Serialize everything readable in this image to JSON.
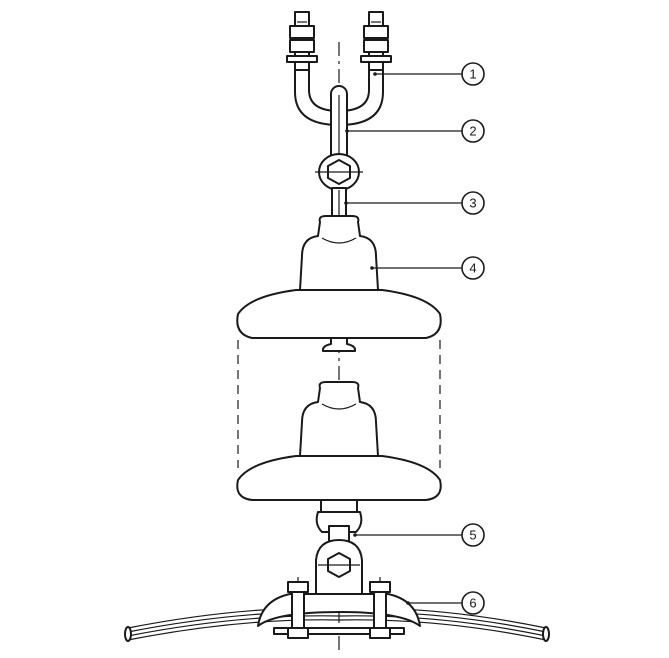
{
  "callouts": [
    {
      "label": "1"
    },
    {
      "label": "2"
    },
    {
      "label": "3"
    },
    {
      "label": "4"
    },
    {
      "label": "5"
    },
    {
      "label": "6"
    }
  ],
  "colors": {
    "line": "#1a1a1a",
    "background": "#ffffff"
  }
}
